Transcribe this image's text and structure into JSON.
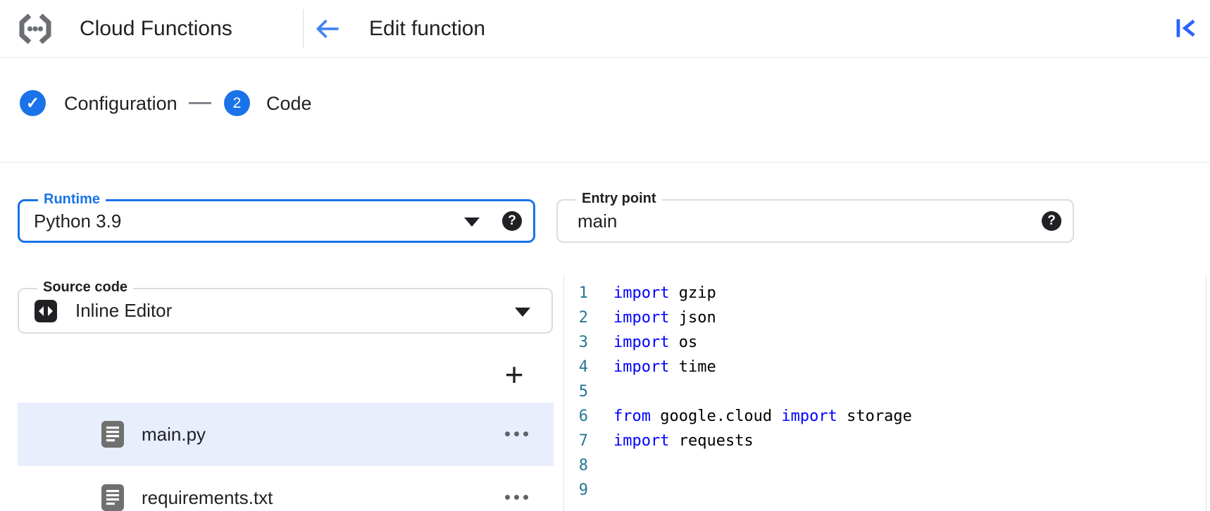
{
  "header": {
    "product": "Cloud Functions",
    "page_title": "Edit function"
  },
  "stepper": {
    "step1_label": "Configuration",
    "step1_indicator": "✓",
    "step2_label": "Code",
    "step2_number": "2"
  },
  "fields": {
    "runtime": {
      "label": "Runtime",
      "value": "Python 3.9"
    },
    "entry_point": {
      "label": "Entry point",
      "value": "main"
    },
    "source_code": {
      "label": "Source code",
      "value": "Inline Editor"
    }
  },
  "icons": {
    "logo": "cloud-functions-logo",
    "back": "arrow-back",
    "collapse": "collapse-panel",
    "dropdown": "caret-down",
    "help": "?",
    "add_file": "+",
    "file": "document",
    "more": "more-horizontal",
    "inline_editor": "code-brackets"
  },
  "file_explorer": {
    "files": [
      {
        "name": "main.py",
        "selected": true
      },
      {
        "name": "requirements.txt",
        "selected": false
      }
    ]
  },
  "editor": {
    "language": "python",
    "lines": [
      {
        "num": "1",
        "tokens": [
          [
            "kw",
            "import"
          ],
          [
            "pl",
            " gzip"
          ]
        ]
      },
      {
        "num": "2",
        "tokens": [
          [
            "kw",
            "import"
          ],
          [
            "pl",
            " json"
          ]
        ]
      },
      {
        "num": "3",
        "tokens": [
          [
            "kw",
            "import"
          ],
          [
            "pl",
            " os"
          ]
        ]
      },
      {
        "num": "4",
        "tokens": [
          [
            "kw",
            "import"
          ],
          [
            "pl",
            " time"
          ]
        ]
      },
      {
        "num": "5",
        "tokens": []
      },
      {
        "num": "6",
        "tokens": [
          [
            "kw",
            "from"
          ],
          [
            "pl",
            " google.cloud "
          ],
          [
            "kw",
            "import"
          ],
          [
            "pl",
            " storage"
          ]
        ]
      },
      {
        "num": "7",
        "tokens": [
          [
            "kw",
            "import"
          ],
          [
            "pl",
            " requests"
          ]
        ]
      },
      {
        "num": "8",
        "tokens": []
      },
      {
        "num": "9",
        "tokens": []
      }
    ]
  },
  "colors": {
    "accent_blue": "#1a73e8",
    "keyword_blue": "#0000ff",
    "line_number_teal": "#237893",
    "selected_row_bg": "#e8eefb",
    "divider_gray": "#e8eaed"
  }
}
